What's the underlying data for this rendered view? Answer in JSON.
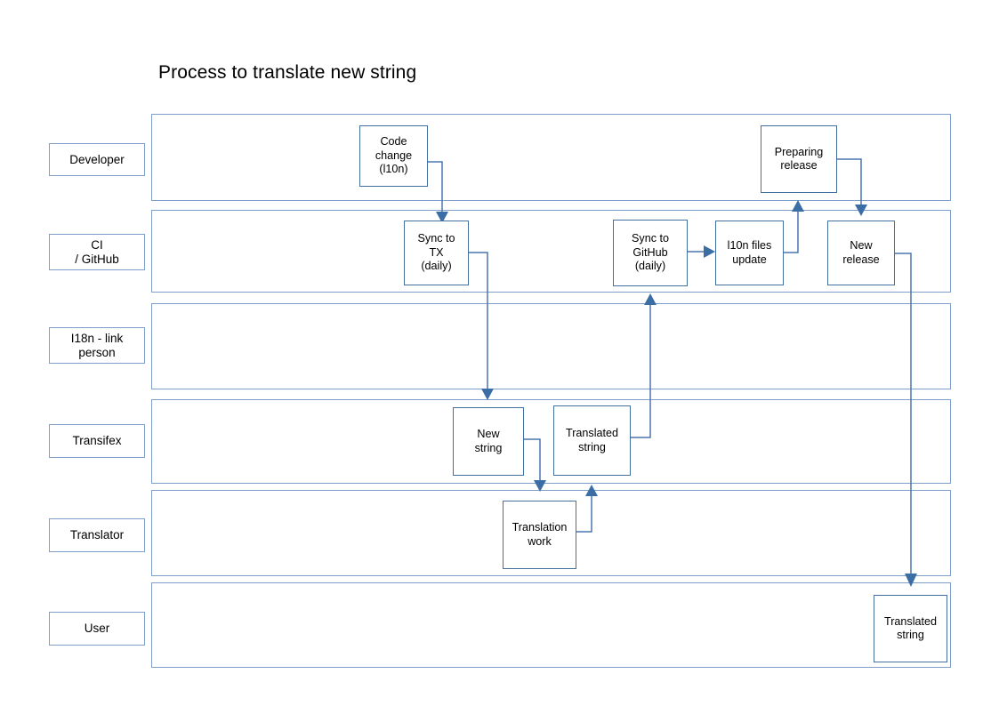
{
  "title": "Process to translate new string",
  "colors": {
    "lane_border": "#7e9fc9",
    "node_border": "#44709f",
    "connector": "#4a77ad",
    "arrowhead": "#3b6ea5",
    "background": "#ffffff",
    "text": "#000000"
  },
  "lanes": [
    {
      "id": "developer",
      "label": "Developer"
    },
    {
      "id": "ci-github",
      "label": "CI\n/ GitHub"
    },
    {
      "id": "i18n-link",
      "label": "I18n - link\nperson"
    },
    {
      "id": "transifex",
      "label": "Transifex"
    },
    {
      "id": "translator",
      "label": "Translator"
    },
    {
      "id": "user",
      "label": "User"
    }
  ],
  "nodes": [
    {
      "id": "code-change",
      "label": "Code\nchange\n(l10n)",
      "lane": "developer"
    },
    {
      "id": "preparing-release",
      "label": "Preparing\nrelease",
      "lane": "developer"
    },
    {
      "id": "sync-to-tx",
      "label": "Sync to\nTX\n(daily)",
      "lane": "ci-github"
    },
    {
      "id": "sync-to-github",
      "label": "Sync to\nGitHub\n(daily)",
      "lane": "ci-github"
    },
    {
      "id": "l10n-files-update",
      "label": "l10n files\nupdate",
      "lane": "ci-github"
    },
    {
      "id": "new-release",
      "label": "New\nrelease",
      "lane": "ci-github"
    },
    {
      "id": "new-string",
      "label": "New\nstring",
      "lane": "transifex"
    },
    {
      "id": "translated-string-tx",
      "label": "Translated\nstring",
      "lane": "transifex"
    },
    {
      "id": "translation-work",
      "label": "Translation\nwork",
      "lane": "translator"
    },
    {
      "id": "translated-string-user",
      "label": "Translated\nstring",
      "lane": "user"
    }
  ],
  "flows": [
    {
      "from": "code-change",
      "to": "sync-to-tx"
    },
    {
      "from": "sync-to-tx",
      "to": "new-string"
    },
    {
      "from": "new-string",
      "to": "translation-work"
    },
    {
      "from": "translation-work",
      "to": "translated-string-tx"
    },
    {
      "from": "translated-string-tx",
      "to": "sync-to-github"
    },
    {
      "from": "sync-to-github",
      "to": "l10n-files-update"
    },
    {
      "from": "l10n-files-update",
      "to": "preparing-release"
    },
    {
      "from": "preparing-release",
      "to": "new-release"
    },
    {
      "from": "new-release",
      "to": "translated-string-user"
    }
  ]
}
